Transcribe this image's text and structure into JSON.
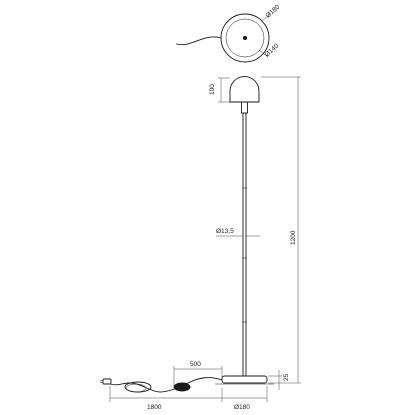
{
  "dimensions": {
    "top_outer_diameter": "Ø180",
    "top_inner_diameter": "Ø140",
    "shade_height": "100",
    "total_height": "1200",
    "pole_diameter": "Ø13,5",
    "switch_distance": "500",
    "base_height": "25",
    "cable_length": "1800",
    "base_diameter": "Ø180"
  },
  "colors": {
    "line": "#1a1a1a",
    "background": "#ffffff"
  }
}
